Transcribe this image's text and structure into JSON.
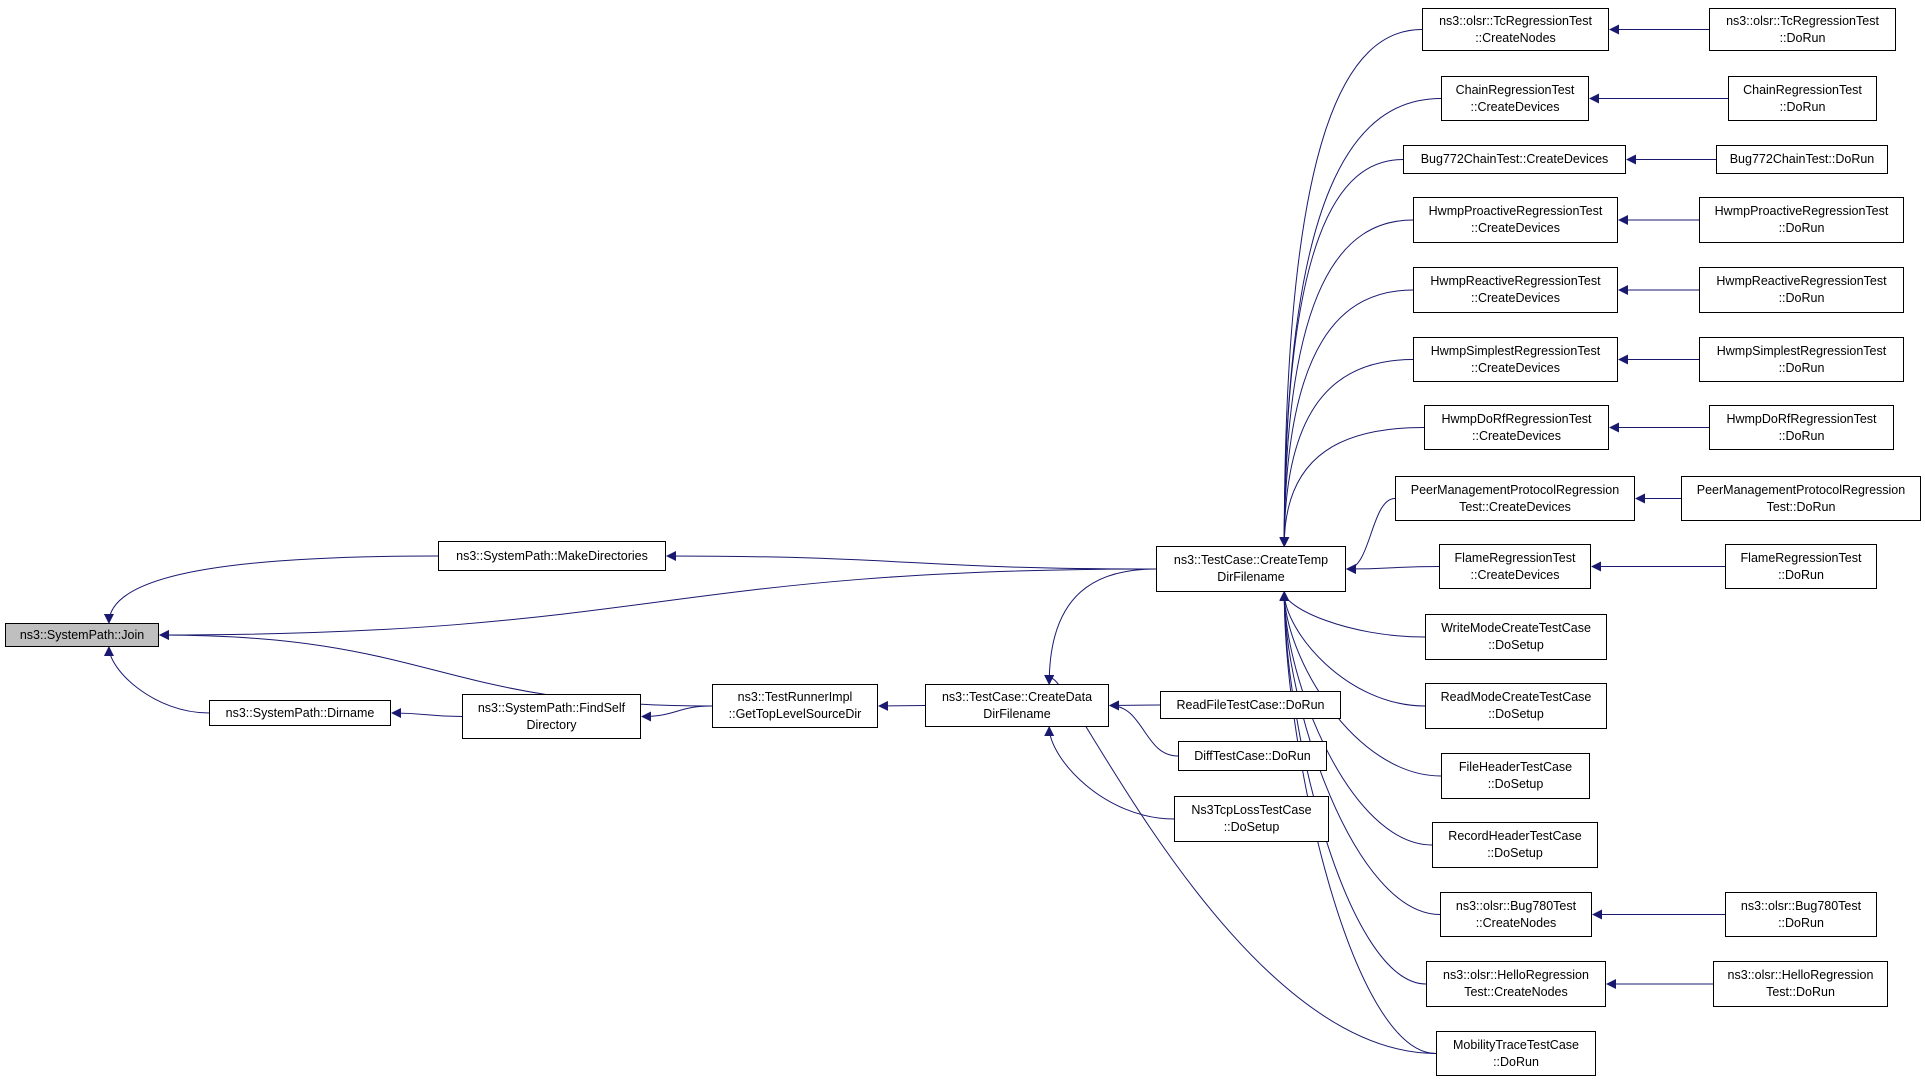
{
  "colors": {
    "edge": "#191970",
    "root_fill": "#bfbfbf",
    "node_fill": "#ffffff",
    "node_border": "#000000"
  },
  "nodes": {
    "join": [
      "ns3::SystemPath::Join"
    ],
    "makedirs": [
      "ns3::SystemPath::MakeDirectories"
    ],
    "dirname": [
      "ns3::SystemPath::Dirname"
    ],
    "findself": [
      "ns3::SystemPath::FindSelf",
      "Directory"
    ],
    "gettoplevel": [
      "ns3::TestRunnerImpl",
      "::GetTopLevelSourceDir"
    ],
    "createdata": [
      "ns3::TestCase::CreateData",
      "DirFilename"
    ],
    "createtemp": [
      "ns3::TestCase::CreateTemp",
      "DirFilename"
    ],
    "readfile": [
      "ReadFileTestCase::DoRun"
    ],
    "difftest": [
      "DiffTestCase::DoRun"
    ],
    "ns3tcp": [
      "Ns3TcpLossTestCase",
      "::DoSetup"
    ],
    "tc_cn": [
      "ns3::olsr::TcRegressionTest",
      "::CreateNodes"
    ],
    "chain_cd": [
      "ChainRegressionTest",
      "::CreateDevices"
    ],
    "bug772_cd": [
      "Bug772ChainTest::CreateDevices"
    ],
    "hwmpp_cd": [
      "HwmpProactiveRegressionTest",
      "::CreateDevices"
    ],
    "hwmpr_cd": [
      "HwmpReactiveRegressionTest",
      "::CreateDevices"
    ],
    "hwmps_cd": [
      "HwmpSimplestRegressionTest",
      "::CreateDevices"
    ],
    "hwmpd_cd": [
      "HwmpDoRfRegressionTest",
      "::CreateDevices"
    ],
    "peer_cd": [
      "PeerManagementProtocolRegression",
      "Test::CreateDevices"
    ],
    "flame_cd": [
      "FlameRegressionTest",
      "::CreateDevices"
    ],
    "writemode": [
      "WriteModeCreateTestCase",
      "::DoSetup"
    ],
    "readmode": [
      "ReadModeCreateTestCase",
      "::DoSetup"
    ],
    "fileheader": [
      "FileHeaderTestCase",
      "::DoSetup"
    ],
    "recordheader": [
      "RecordHeaderTestCase",
      "::DoSetup"
    ],
    "bug780_cn": [
      "ns3::olsr::Bug780Test",
      "::CreateNodes"
    ],
    "hello_cn": [
      "ns3::olsr::HelloRegression",
      "Test::CreateNodes"
    ],
    "mobility": [
      "MobilityTraceTestCase",
      "::DoRun"
    ],
    "tc_run": [
      "ns3::olsr::TcRegressionTest",
      "::DoRun"
    ],
    "chain_run": [
      "ChainRegressionTest",
      "::DoRun"
    ],
    "bug772_run": [
      "Bug772ChainTest::DoRun"
    ],
    "hwmpp_run": [
      "HwmpProactiveRegressionTest",
      "::DoRun"
    ],
    "hwmpr_run": [
      "HwmpReactiveRegressionTest",
      "::DoRun"
    ],
    "hwmps_run": [
      "HwmpSimplestRegressionTest",
      "::DoRun"
    ],
    "hwmpd_run": [
      "HwmpDoRfRegressionTest",
      "::DoRun"
    ],
    "peer_run": [
      "PeerManagementProtocolRegression",
      "Test::DoRun"
    ],
    "flame_run": [
      "FlameRegressionTest",
      "::DoRun"
    ],
    "bug780_run": [
      "ns3::olsr::Bug780Test",
      "::DoRun"
    ],
    "hello_run": [
      "ns3::olsr::HelloRegression",
      "Test::DoRun"
    ]
  }
}
